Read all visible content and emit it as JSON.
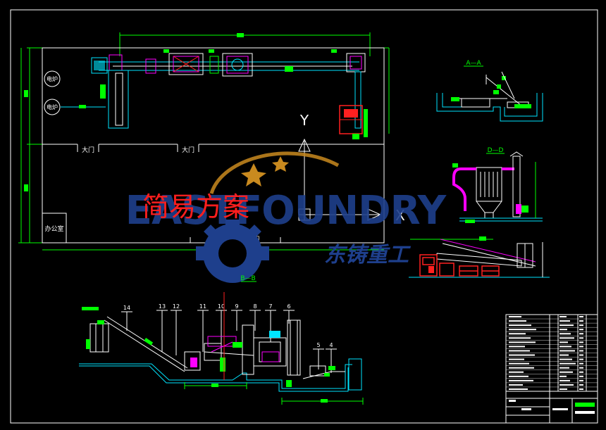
{
  "plan": {
    "furnaces": [
      "电炉",
      "电炉"
    ],
    "gates": [
      "大门",
      "大门"
    ],
    "north_gate": "北大门",
    "office": "办公室",
    "axis_x": "X",
    "axis_y": "Y"
  },
  "sections": {
    "a_a": "A—A",
    "d_d": "D—D",
    "b_b": "B—B"
  },
  "elevation": {
    "part_numbers": [
      "14",
      "13",
      "12",
      "11",
      "10",
      "9",
      "8",
      "7",
      "6",
      "5",
      "4"
    ]
  },
  "watermark": {
    "title": "简易方案",
    "brand": "EASTFOUNDRY",
    "brand_cn": "东铸重工"
  },
  "colors": {
    "background": "#000000",
    "frame": "#ffffff",
    "cyan": "#00e5ff",
    "green": "#00ff00",
    "red": "#ff2020",
    "magenta": "#ff00ff",
    "yellow": "#ffff00",
    "watermark_blue": "#1e3f8c",
    "watermark_red": "#ff1e1e"
  }
}
